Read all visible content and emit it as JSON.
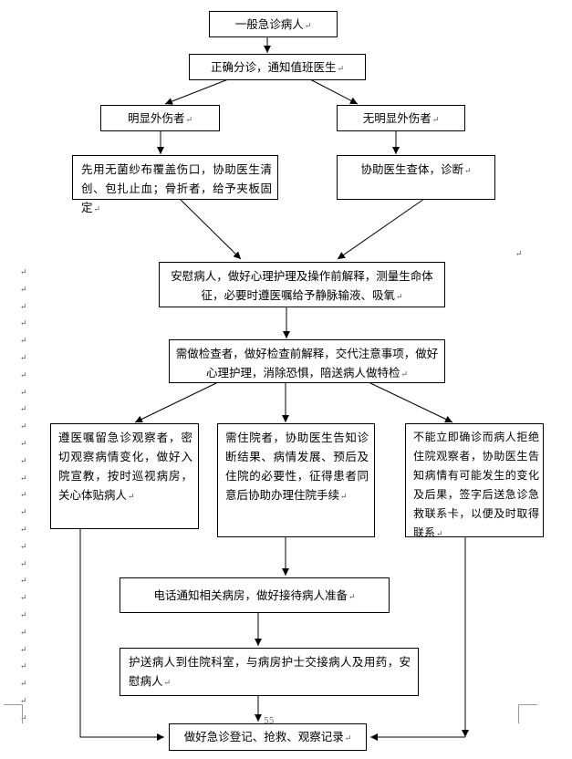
{
  "flowchart": {
    "nodes": {
      "general": "一般急诊病人",
      "triage": "正确分诊，通知值班医生",
      "obvious_injury": "明显外伤者",
      "no_obvious_injury": "无明显外伤者",
      "wound_care": "先用无菌纱布覆盖伤口，协助医生清创、包扎止血；骨折者，给予夹板固定",
      "assist_exam": "协助医生查体，诊断",
      "comfort": "安慰病人，做好心理护理及操作前解释，测量生命体征，必要时遵医嘱给予静脉输液、吸氧",
      "check_needed": "需做检查者，做好检查前解释，交代注意事项，做好心理护理，消除恐惧，陪送病人做特检",
      "observation": "遵医嘱留急诊观察者，密切观察病情变化，做好入院宣教，按时巡视病房，关心体贴病人",
      "admission": "需住院者，协助医生告知诊断结果、病情发展、预后及住院的必要性，征得患者同意后协助办理住院手续",
      "refuse": "不能立即确诊而病人拒绝住院观察者，协助医生告知病情有可能发生的变化及后果，签字后送急诊急救联系卡，以便及时取得联系",
      "notify_ward": "电话通知相关病房，做好接待病人准备",
      "escort": "护送病人到住院科室，与病房护士交接病人及用药，安慰病人",
      "record": "做好急诊登记、抢救、观察记录"
    }
  },
  "page": {
    "paragraph_mark": "↵",
    "page_number": "55"
  }
}
